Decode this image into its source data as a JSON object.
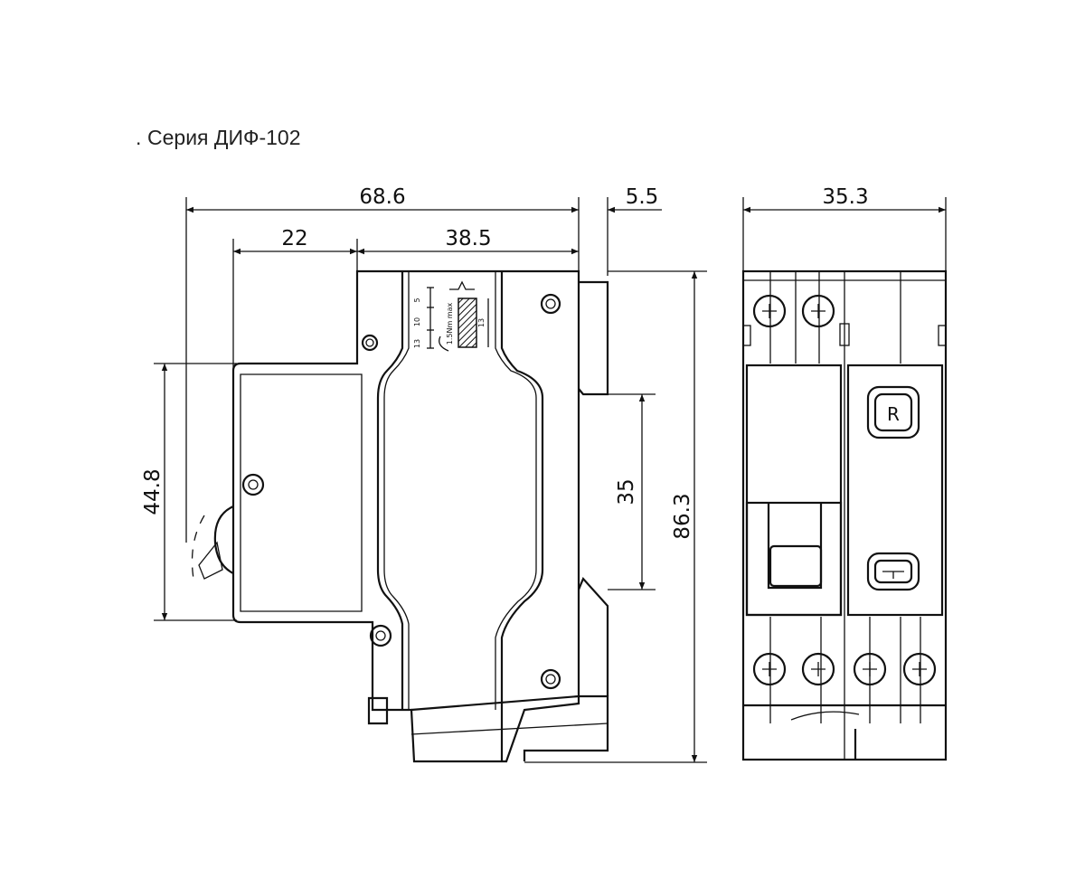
{
  "title": "Серия ДИФ-102",
  "dimensions": {
    "overall_depth": "68.6",
    "rail_offset": "5.5",
    "front_projection": "22",
    "body_depth": "38.5",
    "front_width": "35.3",
    "front_height": "44.8",
    "rail_width": "35",
    "overall_height": "86.3"
  },
  "terminal_note": {
    "torque": "1.5Nm max",
    "marks": [
      "5",
      "10",
      "13"
    ],
    "strip_length": "13"
  },
  "button_labels": {
    "reset": "R"
  }
}
